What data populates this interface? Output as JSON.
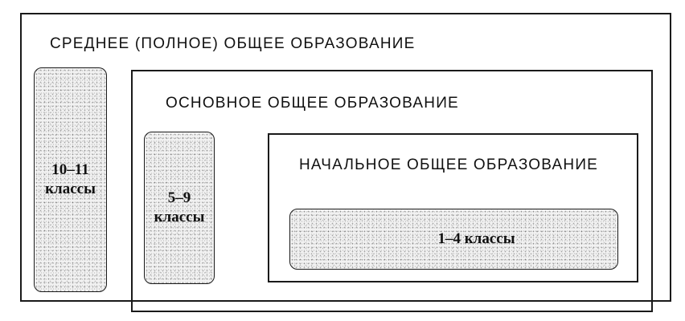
{
  "levels": {
    "secondary_full": {
      "title": "СРЕДНЕЕ (ПОЛНОЕ) ОБЩЕЕ ОБРАЗОВАНИЕ",
      "grades_line1": "10–11",
      "grades_line2": "классы"
    },
    "basic": {
      "title": "ОСНОВНОЕ ОБЩЕЕ ОБРАЗОВАНИЕ",
      "grades_line1": "5–9",
      "grades_line2": "классы"
    },
    "primary": {
      "title": "НАЧАЛЬНОЕ ОБЩЕЕ ОБРАЗОВАНИЕ",
      "grades_line1": "1–4 классы"
    }
  }
}
